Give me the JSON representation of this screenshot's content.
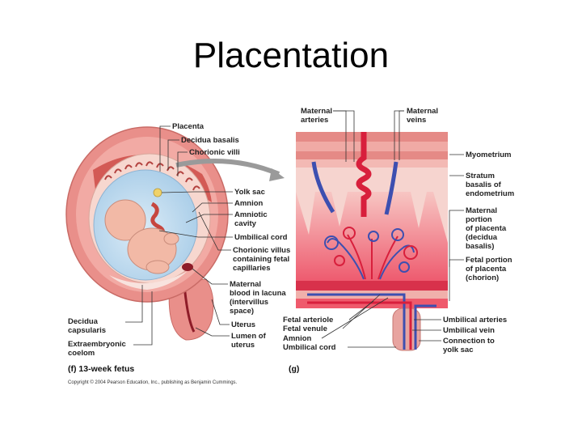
{
  "title": "Placentation",
  "left_panel": {
    "caption": "(f) 13-week fetus",
    "labels": {
      "placenta": "Placenta",
      "decidua_basalis": "Decidua basalis",
      "chorionic_villi": "Chorionic villi",
      "yolk_sac": "Yolk sac",
      "amnion": "Amnion",
      "amniotic_cavity": [
        "Amniotic",
        "cavity"
      ],
      "umbilical_cord": "Umbilical cord",
      "chorionic_villus": [
        "Chorionic villus",
        "containing fetal",
        "capillaries"
      ],
      "maternal_blood": [
        "Maternal",
        "blood in lacuna",
        "(intervillus",
        "space)"
      ],
      "decidua_capsularis": [
        "Decidua",
        "capsularis"
      ],
      "extraembryonic_coelom": [
        "Extraembryonic",
        "coelom"
      ],
      "uterus": "Uterus",
      "lumen_of_uterus": [
        "Lumen of",
        "uterus"
      ]
    }
  },
  "right_panel": {
    "caption": "(g)",
    "labels": {
      "maternal_arteries": [
        "Maternal",
        "arteries"
      ],
      "maternal_veins": [
        "Maternal",
        "veins"
      ],
      "myometrium": "Myometrium",
      "stratum_basalis": [
        "Stratum",
        "basalis of",
        "endometrium"
      ],
      "maternal_portion": [
        "Maternal",
        "portion",
        "of placenta",
        "(decidua",
        "basalis)"
      ],
      "fetal_portion": [
        "Fetal portion",
        "of placenta",
        "(chorion)"
      ],
      "fetal_arteriole": "Fetal arteriole",
      "fetal_venule": "Fetal venule",
      "amnion": "Amnion",
      "umbilical_cord": "Umbilical cord",
      "umbilical_arteries": "Umbilical arteries",
      "umbilical_vein": "Umbilical vein",
      "connection_to_yolk_sac": [
        "Connection to",
        "yolk sac"
      ]
    }
  },
  "copyright": "Copyright © 2004 Pearson Education, Inc., publishing as Benjamin Cummings.",
  "colors": {
    "uterus": "#e98f8a",
    "decidua": "#d35a55",
    "amniotic_fluid": "#bcd9ee",
    "fetus": "#f2b9a6",
    "maternal_blood": "#e8294a",
    "fetal_vein": "#3d4fb0",
    "stratum": "#f6d4cf",
    "pointer_arrow": "#9a9a9a"
  }
}
